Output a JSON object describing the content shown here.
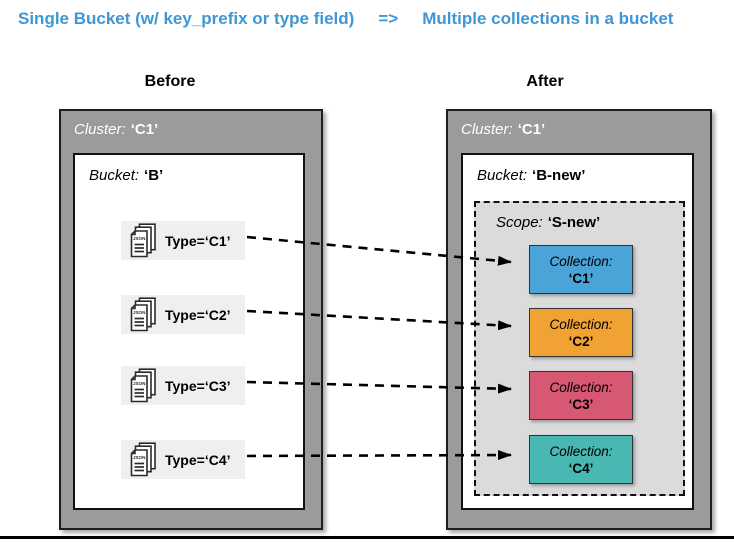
{
  "title": {
    "left": "Single Bucket (w/ key_prefix or type field)",
    "arrow": "=>",
    "right": "Multiple collections in a bucket",
    "color": "#3e97d4"
  },
  "before": {
    "heading": "Before",
    "cluster_label": "Cluster:",
    "cluster_name": "‘C1’",
    "bucket_label": "Bucket:",
    "bucket_name": "‘B’",
    "docs": [
      {
        "icon": "json-documents-icon",
        "label": "Type=‘C1’"
      },
      {
        "icon": "json-documents-icon",
        "label": "Type=‘C2’"
      },
      {
        "icon": "json-documents-icon",
        "label": "Type=‘C3’"
      },
      {
        "icon": "json-documents-icon",
        "label": "Type=‘C4’"
      }
    ]
  },
  "after": {
    "heading": "After",
    "cluster_label": "Cluster:",
    "cluster_name": "‘C1’",
    "bucket_label": "Bucket:",
    "bucket_name": "‘B-new’",
    "scope_label": "Scope:",
    "scope_name": "‘S-new’",
    "collections": [
      {
        "label": "Collection:",
        "name": "‘C1’",
        "color": "#4aa4d8"
      },
      {
        "label": "Collection:",
        "name": "‘C2’",
        "color": "#f0a233"
      },
      {
        "label": "Collection:",
        "name": "‘C3’",
        "color": "#d65872"
      },
      {
        "label": "Collection:",
        "name": "‘C4’",
        "color": "#49b8b2"
      }
    ]
  },
  "colors": {
    "cluster_gray": "#9b9b9b",
    "scope_gray": "#dbdbdb",
    "doc_row_gray": "#efefef",
    "arrow_black": "#000000"
  }
}
